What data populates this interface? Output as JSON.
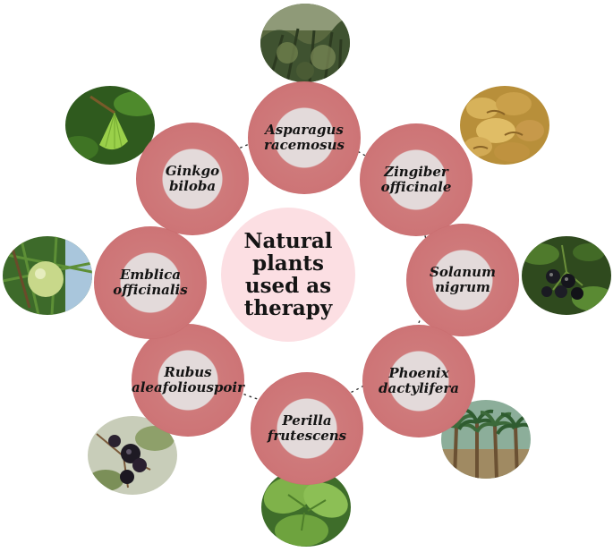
{
  "center_label": "Natural\nplants\nused as\ntherapy",
  "plants": [
    {
      "id": "asparagus",
      "label": "Asparagus\nracemosus",
      "icon": "asparagus-forest-photo"
    },
    {
      "id": "zingiber",
      "label": "Zingiber\nofficinale",
      "icon": "ginger-root-photo"
    },
    {
      "id": "solanum",
      "label": "Solanum\nnigrum",
      "icon": "black-nightshade-berries-photo"
    },
    {
      "id": "phoenix",
      "label": "Phoenix\ndactylifera",
      "icon": "date-palm-grove-photo"
    },
    {
      "id": "perilla",
      "label": "Perilla\nfrutescens",
      "icon": "perilla-leaves-photo"
    },
    {
      "id": "rubus",
      "label": "Rubus\naleafoliouspoir",
      "icon": "blackberries-photo"
    },
    {
      "id": "emblica",
      "label": "Emblica\nofficinalis",
      "icon": "amla-fruit-photo"
    },
    {
      "id": "ginkgo",
      "label": "Ginkgo\nbiloba",
      "icon": "ginkgo-leaf-photo"
    }
  ],
  "colors": {
    "ring": "#cd7476",
    "ring_inner": "#e3dada",
    "center": "#fcdfe3",
    "connector": "#333333"
  }
}
